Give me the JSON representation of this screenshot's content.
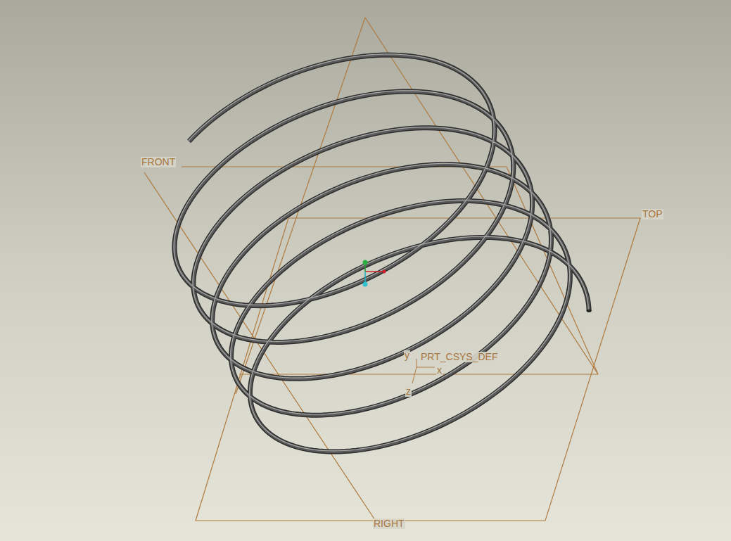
{
  "diagram": {
    "labels": [
      "FRONT",
      "TOP",
      "RIGHT",
      "y",
      "PRT_CSYS_DEF",
      "x",
      "z"
    ]
  }
}
